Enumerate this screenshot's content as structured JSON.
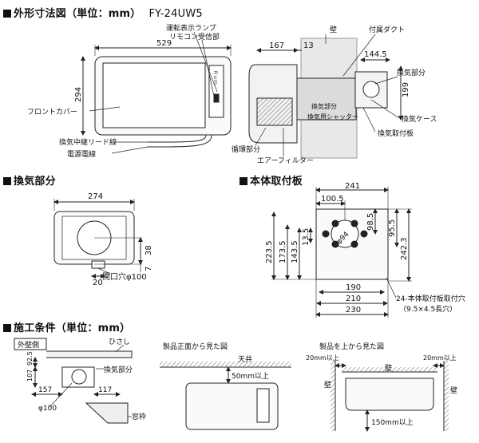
{
  "headings": {
    "outline": {
      "title": "外形寸法図（単位：mm）",
      "model": "FY-24UW5"
    },
    "vent": {
      "title": "換気部分"
    },
    "mount": {
      "title": "本体取付板"
    },
    "install": {
      "title": "施工条件（単位：mm）"
    }
  },
  "front": {
    "dim_width": "529",
    "dim_height": "294",
    "callout_lamp": "運転表示ランプ",
    "callout_remote": "リモコン受信部",
    "callout_cover": "フロントカバー",
    "callout_relay": "換気中継リード線",
    "callout_power": "電源電線",
    "panel_text": "Ｒｕｍ"
  },
  "side": {
    "dim_167": "167",
    "dim_13": "13",
    "dim_1445": "144.5",
    "dim_199": "199",
    "label_wall": "壁",
    "label_duct": "付属ダクト",
    "label_vent": "換気部分",
    "label_shutter": "換気用シャッター",
    "label_circ": "循環部分",
    "label_filter": "エアーフィルター",
    "label_vent_part": "換気部分",
    "label_case": "換気ケース",
    "label_mountplate": "換気取付板"
  },
  "vent": {
    "dim_274": "274",
    "dim_7": "7",
    "dim_38": "38",
    "dim_20": "20",
    "label_hole": "開口穴φ100"
  },
  "mount": {
    "dim_241": "241",
    "dim_1005": "100.5",
    "dim_2235": "223.5",
    "dim_1735": "173.5",
    "dim_1435": "143.5",
    "dim_135": "13.5",
    "dim_985": "98.5",
    "dim_955": "95.5",
    "dim_2423": "242.3",
    "dim_190": "190",
    "dim_210": "210",
    "dim_230": "230",
    "dim_phi94": "φ94",
    "label_holes": "24-本体取付板取付穴",
    "label_holes_size": "（9.5×4.5長穴）"
  },
  "install": {
    "tag_outside": "外壁側",
    "label_eave": "ひさし",
    "label_vent": "換気部分",
    "label_window": "窓枠",
    "dim_107": "107",
    "dim_925": "92.5",
    "dim_157": "157",
    "dim_117": "117",
    "dim_phi100": "φ100",
    "front_view_title": "製品正面から見た図",
    "label_ceiling": "天井",
    "dim_50": "50mm以上",
    "top_view_title": "製品を上から見た図",
    "dim_20_left": "20mm以上",
    "dim_20_right": "20mm以上",
    "label_wall_top": "壁",
    "label_wall_left": "壁",
    "label_wall_right": "壁",
    "dim_150": "150mm以上"
  }
}
